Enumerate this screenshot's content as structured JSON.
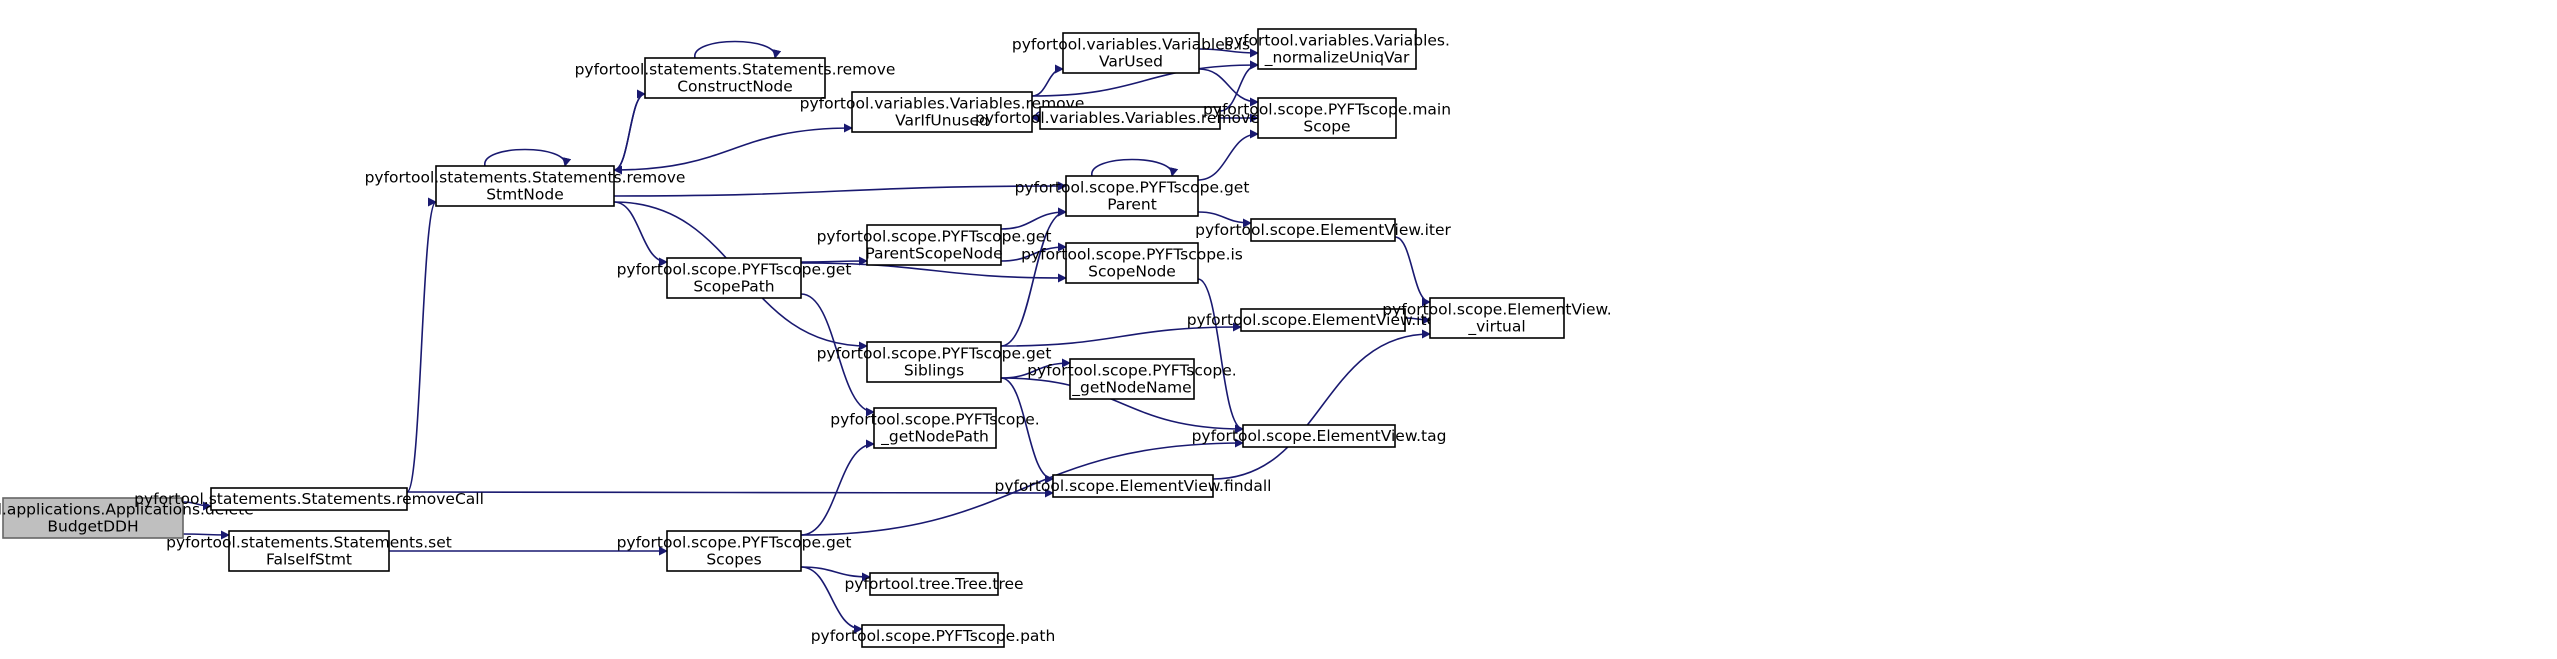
{
  "colors": {
    "edge": "#191970",
    "node_border": "#000000",
    "root_fill": "#bfbfbf",
    "root_border": "#666666",
    "node_fill": "#ffffff"
  },
  "nodes": [
    {
      "id": "deleteBudgetDDH",
      "lines": [
        "pyfortool.applications.Applications.delete",
        "BudgetDDH"
      ],
      "root": true
    },
    {
      "id": "removeCall",
      "lines": [
        "pyfortool.statements.Statements.removeCall"
      ]
    },
    {
      "id": "setFalseIfStmt",
      "lines": [
        "pyfortool.statements.Statements.set",
        "FalseIfStmt"
      ]
    },
    {
      "id": "removeStmtNode",
      "lines": [
        "pyfortool.statements.Statements.remove",
        "StmtNode"
      ]
    },
    {
      "id": "removeConstructNode",
      "lines": [
        "pyfortool.statements.Statements.remove",
        "ConstructNode"
      ]
    },
    {
      "id": "getScopePath",
      "lines": [
        "pyfortool.scope.PYFTscope.get",
        "ScopePath"
      ]
    },
    {
      "id": "getScopes",
      "lines": [
        "pyfortool.scope.PYFTscope.get",
        "Scopes"
      ]
    },
    {
      "id": "removeVarIfUnused",
      "lines": [
        "pyfortool.variables.Variables.remove",
        "VarIfUnused"
      ]
    },
    {
      "id": "getParentScopeNode",
      "lines": [
        "pyfortool.scope.PYFTscope.get",
        "ParentScopeNode"
      ]
    },
    {
      "id": "getSiblings",
      "lines": [
        "pyfortool.scope.PYFTscope.get",
        "Siblings"
      ]
    },
    {
      "id": "_getNodePath",
      "lines": [
        "pyfortool.scope.PYFTscope.",
        "_getNodePath"
      ]
    },
    {
      "id": "tree",
      "lines": [
        "pyfortool.tree.Tree.tree"
      ]
    },
    {
      "id": "path",
      "lines": [
        "pyfortool.scope.PYFTscope.path"
      ]
    },
    {
      "id": "isVarUsed",
      "lines": [
        "pyfortool.variables.Variables.is",
        "VarUsed"
      ]
    },
    {
      "id": "removeVar",
      "lines": [
        "pyfortool.variables.Variables.removeVar"
      ]
    },
    {
      "id": "getParent",
      "lines": [
        "pyfortool.scope.PYFTscope.get",
        "Parent"
      ]
    },
    {
      "id": "isScopeNode",
      "lines": [
        "pyfortool.scope.PYFTscope.is",
        "ScopeNode"
      ]
    },
    {
      "id": "_getNodeName",
      "lines": [
        "pyfortool.scope.PYFTscope.",
        "_getNodeName"
      ]
    },
    {
      "id": "findall",
      "lines": [
        "pyfortool.scope.ElementView.findall"
      ]
    },
    {
      "id": "_normalizeUniqVar",
      "lines": [
        "pyfortool.variables.Variables.",
        "_normalizeUniqVar"
      ]
    },
    {
      "id": "mainScope",
      "lines": [
        "pyfortool.scope.PYFTscope.main",
        "Scope"
      ]
    },
    {
      "id": "iter",
      "lines": [
        "pyfortool.scope.ElementView.iter"
      ]
    },
    {
      "id": "items",
      "lines": [
        "pyfortool.scope.ElementView.items"
      ]
    },
    {
      "id": "tag",
      "lines": [
        "pyfortool.scope.ElementView.tag"
      ]
    },
    {
      "id": "_virtual",
      "lines": [
        "pyfortool.scope.ElementView.",
        "_virtual"
      ]
    }
  ],
  "edges": [
    {
      "from": "deleteBudgetDDH",
      "to": "removeCall"
    },
    {
      "from": "deleteBudgetDDH",
      "to": "setFalseIfStmt"
    },
    {
      "from": "removeCall",
      "to": "removeStmtNode"
    },
    {
      "from": "removeCall",
      "to": "findall"
    },
    {
      "from": "setFalseIfStmt",
      "to": "getScopes"
    },
    {
      "from": "removeStmtNode",
      "to": "removeStmtNode"
    },
    {
      "from": "removeStmtNode",
      "to": "removeConstructNode"
    },
    {
      "from": "removeStmtNode",
      "to": "removeVarIfUnused"
    },
    {
      "from": "removeStmtNode",
      "to": "getParent"
    },
    {
      "from": "removeStmtNode",
      "to": "getScopePath"
    },
    {
      "from": "removeStmtNode",
      "to": "getSiblings"
    },
    {
      "from": "removeConstructNode",
      "to": "removeConstructNode"
    },
    {
      "from": "removeConstructNode",
      "to": "removeStmtNode"
    },
    {
      "from": "getScopePath",
      "to": "getParentScopeNode"
    },
    {
      "from": "getScopePath",
      "to": "isScopeNode"
    },
    {
      "from": "getScopePath",
      "to": "_getNodePath"
    },
    {
      "from": "getScopes",
      "to": "_getNodePath"
    },
    {
      "from": "getScopes",
      "to": "tag"
    },
    {
      "from": "getScopes",
      "to": "tree"
    },
    {
      "from": "getScopes",
      "to": "path"
    },
    {
      "from": "removeVarIfUnused",
      "to": "isVarUsed"
    },
    {
      "from": "removeVarIfUnused",
      "to": "_normalizeUniqVar"
    },
    {
      "from": "removeVar",
      "to": "removeVarIfUnused"
    },
    {
      "from": "isVarUsed",
      "to": "_normalizeUniqVar"
    },
    {
      "from": "isVarUsed",
      "to": "mainScope"
    },
    {
      "from": "removeVar",
      "to": "_normalizeUniqVar"
    },
    {
      "from": "removeVar",
      "to": "mainScope"
    },
    {
      "from": "getParentScopeNode",
      "to": "getParent"
    },
    {
      "from": "getParentScopeNode",
      "to": "isScopeNode"
    },
    {
      "from": "getSiblings",
      "to": "getParent"
    },
    {
      "from": "getSiblings",
      "to": "items"
    },
    {
      "from": "getSiblings",
      "to": "_getNodeName"
    },
    {
      "from": "getSiblings",
      "to": "tag"
    },
    {
      "from": "getSiblings",
      "to": "findall"
    },
    {
      "from": "getParent",
      "to": "getParent"
    },
    {
      "from": "getParent",
      "to": "mainScope"
    },
    {
      "from": "getParent",
      "to": "iter"
    },
    {
      "from": "isScopeNode",
      "to": "tag"
    },
    {
      "from": "iter",
      "to": "_virtual"
    },
    {
      "from": "items",
      "to": "_virtual"
    },
    {
      "from": "findall",
      "to": "_virtual"
    }
  ]
}
